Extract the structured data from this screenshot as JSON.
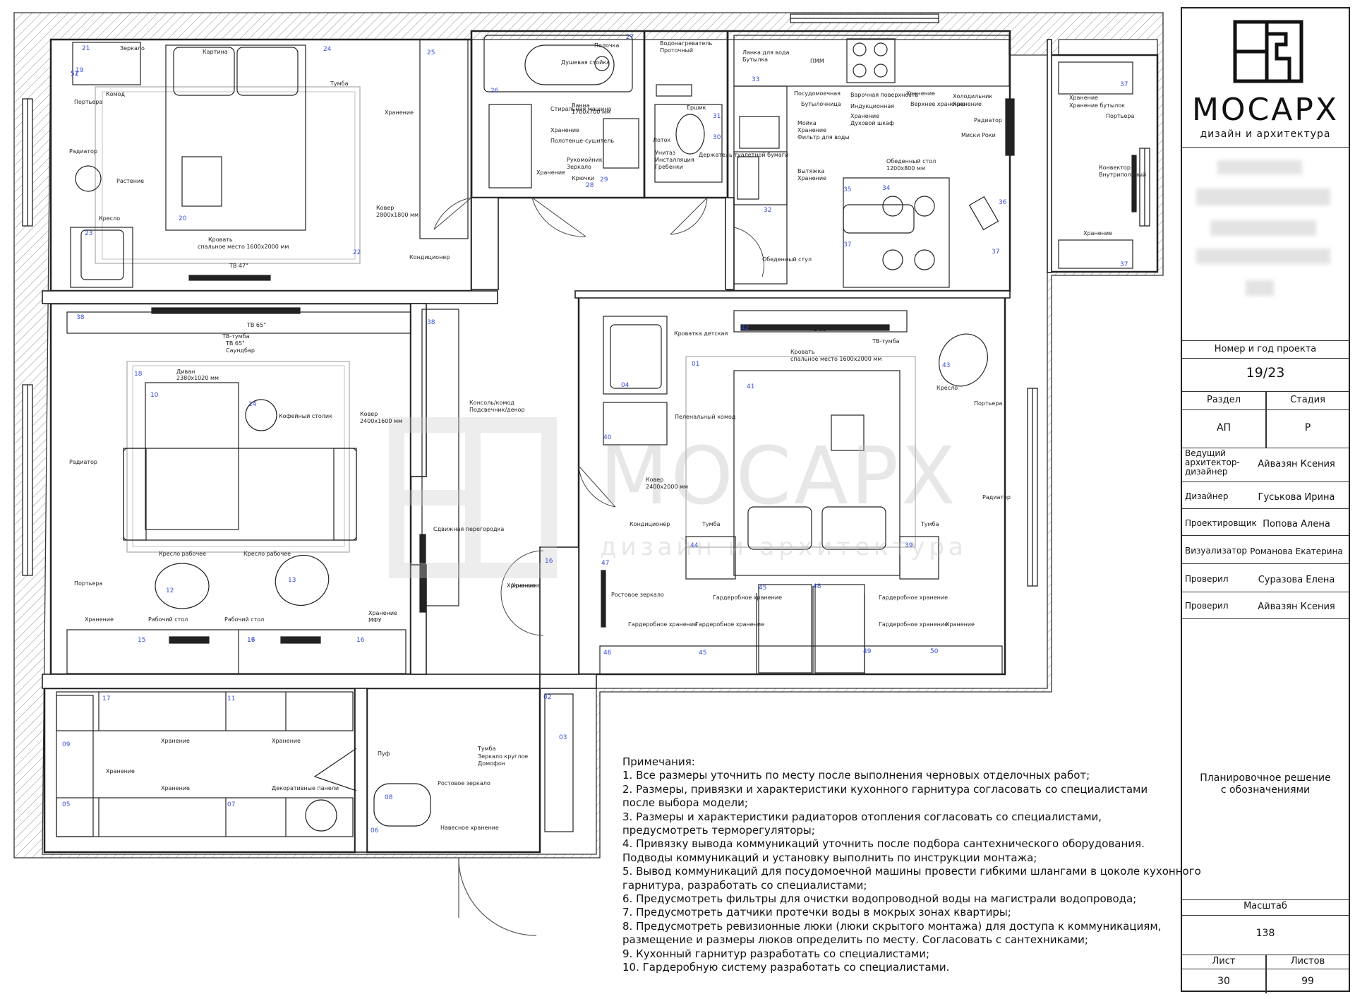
{
  "title_block": {
    "brand": "MOCAPX",
    "tagline": "дизайн и архитектура",
    "project_label": "Номер и год проекта",
    "project_number": "19/23",
    "section_label": "Раздел",
    "stage_label": "Стадия",
    "section_value": "АП",
    "stage_value": "Р",
    "people": [
      {
        "role": "Ведущий архитектор-дизайнер",
        "name": "Айвазян Ксения"
      },
      {
        "role": "Дизайнер",
        "name": "Гуськова Ирина"
      },
      {
        "role": "Проектировщик",
        "name": "Попова Алена"
      },
      {
        "role": "Визуализатор",
        "name": "Романова Екатерина"
      },
      {
        "role": "Проверил",
        "name": "Суразова Елена"
      },
      {
        "role": "Проверил",
        "name": "Айвазян Ксения"
      }
    ],
    "sheet_title": "Планировочное решение с обозначениями",
    "scale_label": "Масштаб",
    "scale_value": "138",
    "sheet_label": "Лист",
    "sheets_label": "Листов",
    "sheet_value": "30",
    "sheets_value": "99"
  },
  "watermark": {
    "title": "MOCAPX",
    "subtitle": "дизайн и архитектура"
  },
  "notes": {
    "heading": "Примечания:",
    "lines": [
      "1. Все размеры уточнить по месту после выполнения черновых отделочных работ;",
      "2. Размеры, привязки и характеристики кухонного гарнитура согласовать со специалистами",
      "после выбора модели;",
      "3. Размеры и характеристики радиаторов отопления согласовать со специалистами,",
      "предусмотреть терморегуляторы;",
      "4. Привязку вывода коммуникаций уточнить после подбора сантехнического оборудования.",
      "Подводы коммуникаций и установку выполнить по инструкции монтажа;",
      "5. Вывод коммуникаций для посудомоечной машины провести гибкими шлангами в цоколе кухонного",
      "гарнитура, разработать со специалистами;",
      "6. Предусмотреть фильтры для очистки водопроводной воды на магистрали водопровода;",
      "7. Предусмотреть датчики протечки воды в мокрых зонах квартиры;",
      "8. Предусмотреть ревизионные люки (люки скрытого монтажа) для доступа к коммуникациям,",
      "размещение и размеры люков определить по месту. Согласовать с сантехниками;",
      "9. Кухонный гарнитур разработать со специалистами;",
      "10. Гардеробную систему разработать со специалистами."
    ]
  },
  "labels": [
    {
      "t": "Зеркало"
    },
    {
      "t": "Картина"
    },
    {
      "t": "Комод"
    },
    {
      "t": "Портьера"
    },
    {
      "t": "Тумба"
    },
    {
      "t": "Хранение"
    },
    {
      "t": "Радиатор"
    },
    {
      "t": "Растение"
    },
    {
      "t": "Кресло"
    },
    {
      "t": "Кровать"
    },
    {
      "t": "спальное место 1600х2000 мм"
    },
    {
      "t": "Ковер"
    },
    {
      "t": "2800х1800 мм"
    },
    {
      "t": "ТВ 47\""
    },
    {
      "t": "Кондиционер"
    },
    {
      "t": "Полочка"
    },
    {
      "t": "Душевая стойка"
    },
    {
      "t": "Водонагреватель"
    },
    {
      "t": "Проточный"
    },
    {
      "t": "Стиральная машина"
    },
    {
      "t": "Хранение"
    },
    {
      "t": "Полотенце-сушитель"
    },
    {
      "t": "Ванна"
    },
    {
      "t": "1700х700 мм"
    },
    {
      "t": "Рукомойник"
    },
    {
      "t": "Зеркало"
    },
    {
      "t": "Крючки"
    },
    {
      "t": "Хранение"
    },
    {
      "t": "Ершик"
    },
    {
      "t": "Лоток"
    },
    {
      "t": "Унитаз"
    },
    {
      "t": "Инсталляция"
    },
    {
      "t": "Гребенки"
    },
    {
      "t": "Держатель туалетной бумаги"
    },
    {
      "t": "Ланка для вода"
    },
    {
      "t": "Бутылка"
    },
    {
      "t": "ПММ"
    },
    {
      "t": "Посудомоечная"
    },
    {
      "t": "Бутылочница"
    },
    {
      "t": "Мойка"
    },
    {
      "t": "Хранение"
    },
    {
      "t": "Фильтр для воды"
    },
    {
      "t": "Варочная поверхность"
    },
    {
      "t": "Индукционная"
    },
    {
      "t": "Хранение"
    },
    {
      "t": "Духовой шкаф"
    },
    {
      "t": "Хранение"
    },
    {
      "t": "Верхнее хранение"
    },
    {
      "t": "Холодильник"
    },
    {
      "t": "Хранение"
    },
    {
      "t": "Радиатор"
    },
    {
      "t": "Миски Роки"
    },
    {
      "t": "Вытяжка"
    },
    {
      "t": "Хранение"
    },
    {
      "t": "Обеденный стол"
    },
    {
      "t": "1200х800 мм"
    },
    {
      "t": "Обеденный стул"
    },
    {
      "t": "Хранение"
    },
    {
      "t": "Хранение бутылок"
    },
    {
      "t": "Портьера"
    },
    {
      "t": "Конвектор"
    },
    {
      "t": "Внутрипольный"
    },
    {
      "t": "Хранение"
    },
    {
      "t": "ТВ 65\""
    },
    {
      "t": "ТВ-тумба"
    },
    {
      "t": "ТВ 65\""
    },
    {
      "t": "Саундбар"
    },
    {
      "t": "Диван"
    },
    {
      "t": "2380х1020 мм"
    },
    {
      "t": "Кофейный столик"
    },
    {
      "t": "Ковер"
    },
    {
      "t": "2400х1600 мм"
    },
    {
      "t": "Консоль/комод"
    },
    {
      "t": "Подсвечник/декор"
    },
    {
      "t": "Радиатор"
    },
    {
      "t": "Сдвижная перегородка"
    },
    {
      "t": "Кресло рабочее"
    },
    {
      "t": "Кресло рабочее"
    },
    {
      "t": "Портьера"
    },
    {
      "t": "Хранение"
    },
    {
      "t": "Рабочий стол"
    },
    {
      "t": "Рабочий стол"
    },
    {
      "t": "Хранение"
    },
    {
      "t": "МФУ"
    },
    {
      "t": "Хранение"
    },
    {
      "t": "Кроватка детская"
    },
    {
      "t": "ТВ 55\""
    },
    {
      "t": "ТВ-тумба"
    },
    {
      "t": "Кровать"
    },
    {
      "t": "спальное место 1600х2000 мм"
    },
    {
      "t": "Кресло"
    },
    {
      "t": "Портьера"
    },
    {
      "t": "Пеленальный комод"
    },
    {
      "t": "Ковер"
    },
    {
      "t": "2400х2000 мм"
    },
    {
      "t": "Кондиционер"
    },
    {
      "t": "Тумба"
    },
    {
      "t": "Тумба"
    },
    {
      "t": "Радиатор"
    },
    {
      "t": "Хранение"
    },
    {
      "t": "Ростовое зеркало"
    },
    {
      "t": "Гардеробное хранение"
    },
    {
      "t": "Гардеробное хранение"
    },
    {
      "t": "Гардеробное хранение"
    },
    {
      "t": "Гардеробное хранение"
    },
    {
      "t": "Гардеробное хранение"
    },
    {
      "t": "Хранение"
    },
    {
      "t": "Хранение"
    },
    {
      "t": "Хранение"
    },
    {
      "t": "Хранение"
    },
    {
      "t": "Хранение"
    },
    {
      "t": "Декоративные панели"
    },
    {
      "t": "Пуф"
    },
    {
      "t": "Ростовое зеркало"
    },
    {
      "t": "Навесное хранение"
    },
    {
      "t": "Тумба"
    },
    {
      "t": "Зеркало круглое"
    },
    {
      "t": "Домофон"
    }
  ],
  "numbers": [
    "21",
    "19",
    "20",
    "23",
    "22",
    "24",
    "25",
    "26",
    "27",
    "28",
    "29",
    "30",
    "31",
    "32",
    "33",
    "34",
    "35",
    "36",
    "37",
    "37",
    "37",
    "37",
    "38",
    "38",
    "18",
    "10",
    "14",
    "12",
    "13",
    "15",
    "16",
    "17",
    "16",
    "16",
    "17",
    "11",
    "09",
    "05",
    "07",
    "08",
    "06",
    "02",
    "03",
    "04",
    "01",
    "40",
    "41",
    "42",
    "43",
    "44",
    "39",
    "45",
    "45",
    "46",
    "47",
    "48",
    "49",
    "50",
    "51",
    "52"
  ]
}
